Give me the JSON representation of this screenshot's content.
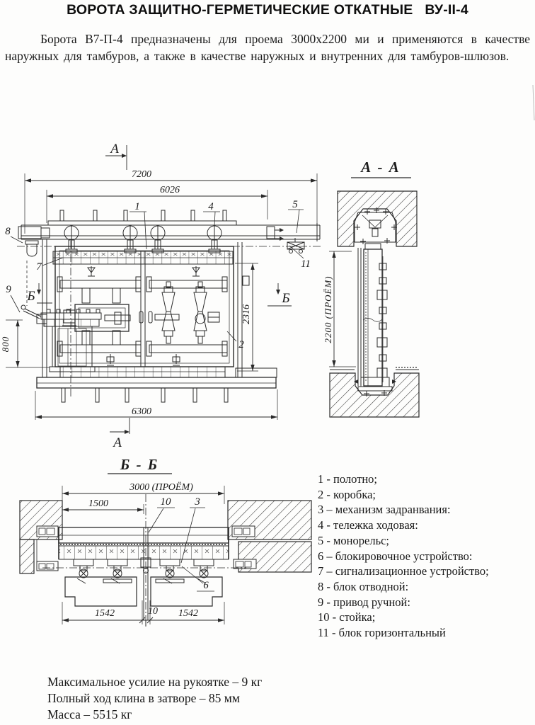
{
  "page": {
    "title": "ВОРОТА ЗАЩИТНО-ГЕРМЕТИЧЕСКИЕ ОТКАТНЫЕ   ВУ-II-4",
    "intro": "Борота В7-П-4 предназначены для проема 3000х2200 ми и применяются в качестве наружных для тамбуров, а также в качестве наружных и внутренних для тамбуров-шлюзов."
  },
  "front_view": {
    "marker_a_top": "А",
    "marker_a_bottom": "А",
    "marker_b_left": "Б",
    "marker_b_right": "Б",
    "dim_total_width": "7200",
    "dim_rail_span": "6026",
    "dim_base_width": "6300",
    "dim_leaf_height": "2316",
    "dim_drive_height": "800",
    "callout_1": "1",
    "callout_2": "2",
    "callout_4": "4",
    "callout_5": "5",
    "callout_7": "7",
    "callout_8": "8",
    "callout_9": "9",
    "callout_11": "11"
  },
  "section_aa": {
    "title": "А - А",
    "dim_opening_height": "2200 (ПРОЁМ)"
  },
  "section_bb": {
    "title": "Б - Б",
    "dim_opening_width": "3000 (ПРОЁМ)",
    "dim_1500": "1500",
    "dim_left_leaf": "1542",
    "dim_gap": "10",
    "dim_right_leaf": "1542",
    "callout_3": "3",
    "callout_6": "6",
    "callout_10": "10"
  },
  "parts_list": {
    "items": [
      "1 - полотно;",
      "2 - коробка;",
      "3 – механизм задранвания:",
      "4 - тележка ходовая:",
      "5 - монорельс;",
      "6 – блокировочное устройство:",
      "7 – сигнализационное устройство;",
      "8 - блок отводной:",
      "9 - привод ручной:",
      "10 - стойка;",
      "11 - блок горизонтальный"
    ]
  },
  "specs": {
    "lines": [
      "Максимальное усилие на рукоятке – 9 кг",
      "Полный ход клина в затворе – 85 мм",
      "Масса – 5515 кг"
    ]
  }
}
